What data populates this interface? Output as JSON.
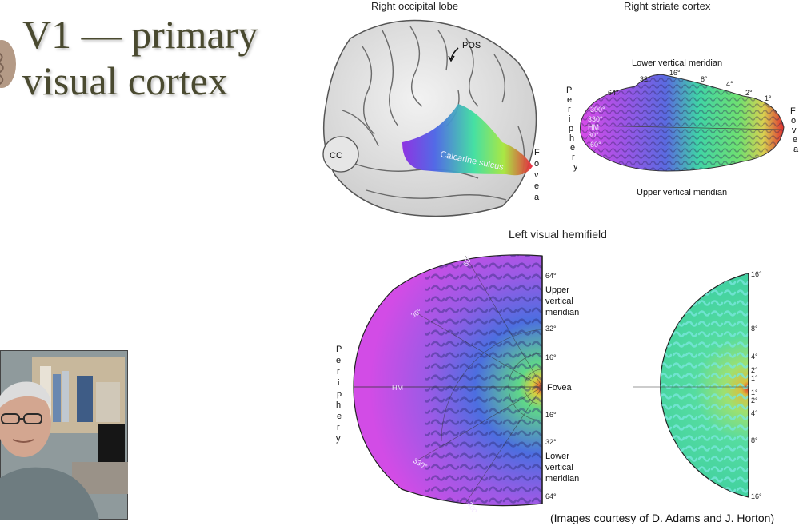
{
  "slide": {
    "title_line1": "V1 — primary",
    "title_line2": "visual cortex",
    "credit": "(Images courtesy of D. Adams and J. Horton)"
  },
  "occipital": {
    "caption": "Right occipital lobe",
    "pos": "POS",
    "cc": "CC",
    "calcarine": "Calcarine sulcus",
    "fovea": [
      "F",
      "o",
      "v",
      "e",
      "a"
    ]
  },
  "striate": {
    "caption": "Right striate cortex",
    "lower": "Lower vertical meridian",
    "upper": "Upper vertical meridian",
    "ticks_top": [
      "64°",
      "32°",
      "16°",
      "8°",
      "4°",
      "2°",
      "1°"
    ],
    "ticks_left": [
      "300°",
      "330°",
      "HM",
      "30°",
      "60°"
    ],
    "periphery": [
      "P",
      "e",
      "r",
      "i",
      "p",
      "h",
      "e",
      "r",
      "y"
    ],
    "fovea": [
      "F",
      "o",
      "v",
      "e",
      "a"
    ]
  },
  "hemifield": {
    "caption": "Left visual hemifield",
    "periphery": [
      "P",
      "e",
      "r",
      "i",
      "p",
      "h",
      "e",
      "r",
      "y"
    ],
    "hm": "HM",
    "angles": [
      "60°",
      "30°",
      "330°",
      "300°"
    ],
    "right_ticks": [
      "64°",
      "32°",
      "16°",
      "16°",
      "32°",
      "64°"
    ],
    "upper": [
      "Upper",
      "vertical",
      "meridian"
    ],
    "lower": [
      "Lower",
      "vertical",
      "meridian"
    ],
    "fovea": "Fovea"
  },
  "inset": {
    "ticks": [
      "16°",
      "8°",
      "4°",
      "2°",
      "1°",
      "1°",
      "2°",
      "4°",
      "8°",
      "16°"
    ]
  },
  "colors": {
    "title": "#4a4a30",
    "magenta": "#d24ce6",
    "blue": "#5a6ae0",
    "green": "#45d28c",
    "red": "#e03030"
  }
}
